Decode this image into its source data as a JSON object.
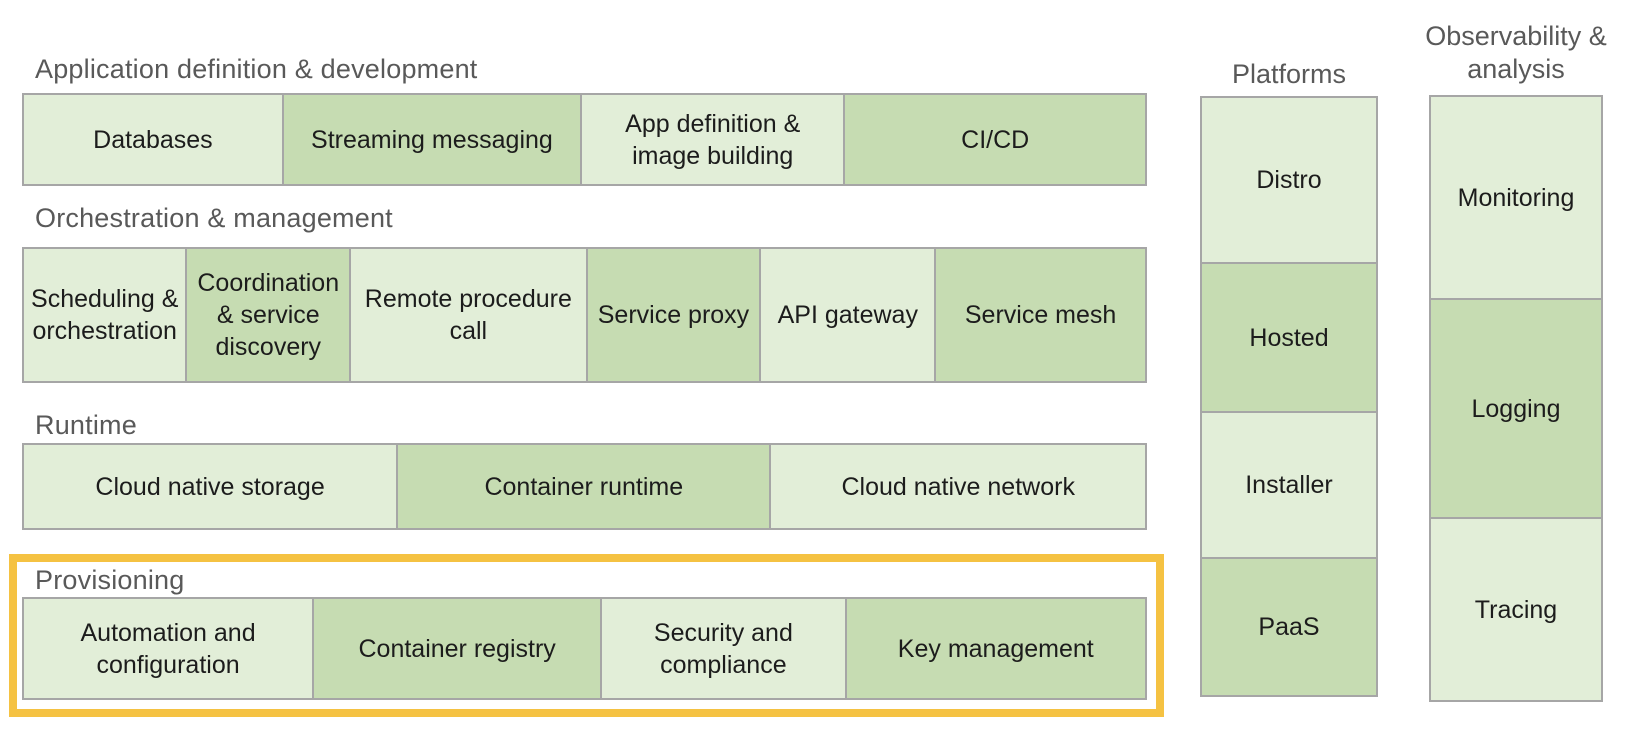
{
  "colors": {
    "background": "#ffffff",
    "light_green": "#e2eed8",
    "dark_green": "#c6dcb2",
    "border_gray": "#a6a6a6",
    "header_text": "#595959",
    "cell_text": "#1c1c1c",
    "highlight_orange": "#f5c242"
  },
  "layers": [
    {
      "header": "Application definition & development",
      "cells": [
        {
          "label": "Databases",
          "shade": "light"
        },
        {
          "label": "Streaming messaging",
          "shade": "dark"
        },
        {
          "label": "App definition & image building",
          "shade": "light"
        },
        {
          "label": "CI/CD",
          "shade": "dark"
        }
      ]
    },
    {
      "header": "Orchestration & management",
      "cells": [
        {
          "label": "Scheduling & orchestration",
          "shade": "light"
        },
        {
          "label": "Coordination & service discovery",
          "shade": "dark"
        },
        {
          "label": "Remote procedure call",
          "shade": "light"
        },
        {
          "label": "Service proxy",
          "shade": "dark"
        },
        {
          "label": "API gateway",
          "shade": "light"
        },
        {
          "label": "Service mesh",
          "shade": "dark"
        }
      ]
    },
    {
      "header": "Runtime",
      "cells": [
        {
          "label": "Cloud native storage",
          "shade": "light"
        },
        {
          "label": "Container runtime",
          "shade": "dark"
        },
        {
          "label": "Cloud native network",
          "shade": "light"
        }
      ]
    },
    {
      "header": "Provisioning",
      "highlighted": true,
      "cells": [
        {
          "label": "Automation and configuration",
          "shade": "light"
        },
        {
          "label": "Container registry",
          "shade": "dark"
        },
        {
          "label": "Security and compliance",
          "shade": "light"
        },
        {
          "label": "Key management",
          "shade": "dark"
        }
      ]
    }
  ],
  "columns": [
    {
      "header": "Platforms",
      "cells": [
        {
          "label": "Distro",
          "shade": "light"
        },
        {
          "label": "Hosted",
          "shade": "dark"
        },
        {
          "label": "Installer",
          "shade": "light"
        },
        {
          "label": "PaaS",
          "shade": "dark"
        }
      ]
    },
    {
      "header": "Observability & analysis",
      "cells": [
        {
          "label": "Monitoring",
          "shade": "light"
        },
        {
          "label": "Logging",
          "shade": "dark"
        },
        {
          "label": "Tracing",
          "shade": "light"
        }
      ]
    }
  ]
}
